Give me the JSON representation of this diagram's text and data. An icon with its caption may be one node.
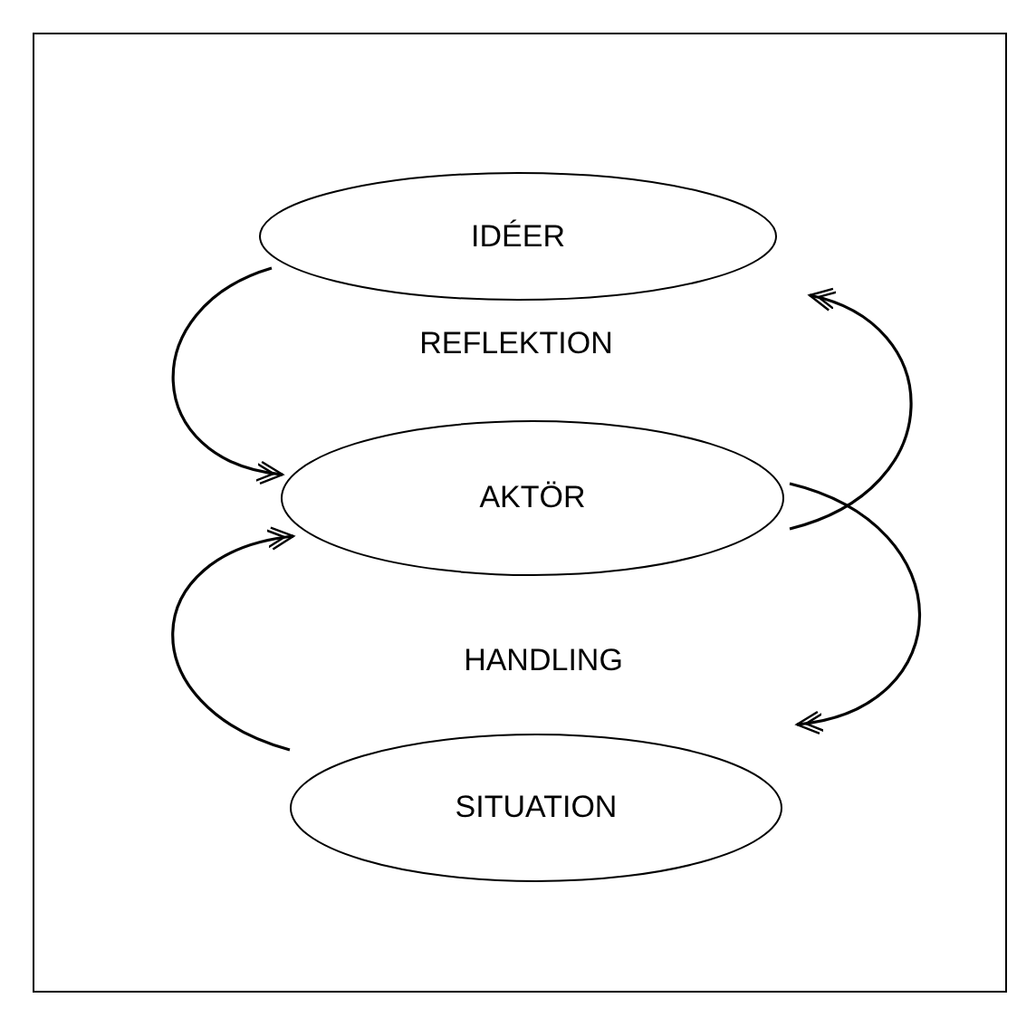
{
  "diagram": {
    "nodes": [
      {
        "text": [
          "IDÉER"
        ]
      },
      {
        "text": [
          "AKTÖR"
        ]
      },
      {
        "text": [
          "SITUATION"
        ]
      }
    ],
    "edges": [
      {
        "from": 0,
        "to": 1,
        "arrow": "to"
      },
      {
        "from": 1,
        "to": 0,
        "arrow": "to"
      },
      {
        "from": 1,
        "to": 2,
        "arrow": "to"
      },
      {
        "from": 2,
        "to": 1,
        "arrow": "to"
      }
    ],
    "labels": [
      "REFLEKTION",
      "HANDLING"
    ]
  }
}
